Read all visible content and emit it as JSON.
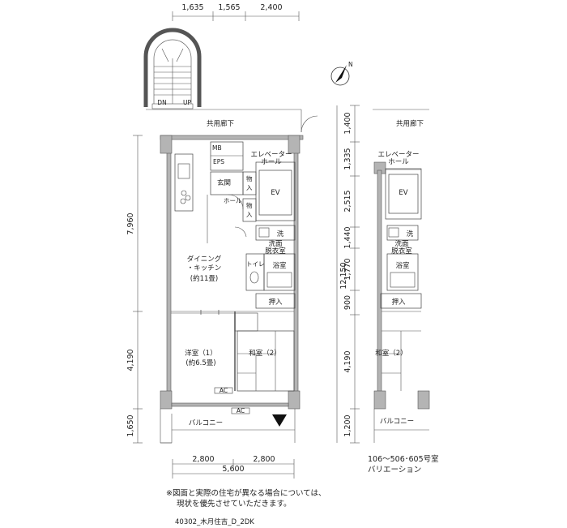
{
  "dimensions": {
    "top": [
      "1,635",
      "1,565",
      "2,400"
    ],
    "left": [
      "7,960",
      "4,190",
      "1,650"
    ],
    "right_segments": [
      "1,400",
      "1,335",
      "2,515",
      "1,440",
      "1,770",
      "900",
      "4,190",
      "1,200"
    ],
    "right_total": "12,150",
    "bottom": [
      "2,800",
      "2,800"
    ],
    "bottom_total": "5,600"
  },
  "rooms": {
    "corridor": "共用廊下",
    "mb": "MB",
    "eps": "EPS",
    "elevator_hall_1": "エレベーター",
    "elevator_hall_2": "ホール",
    "ev": "EV",
    "entrance": "玄関",
    "storage_1": "物",
    "storage_2": "入",
    "hall": "ホール",
    "wash": "洗",
    "washroom_1": "洗面",
    "washroom_2": "脱衣室",
    "toilet": "トイレ",
    "bath": "浴室",
    "dining_1": "ダイニング",
    "dining_2": "・キッチン",
    "dining_3": "(約11畳)",
    "closet": "押入",
    "western_1": "洋室（1）",
    "western_2": "(約6.5畳)",
    "japanese": "和室（2）",
    "balcony": "バルコニー",
    "ac": "AC",
    "dn": "DN",
    "up": "UP",
    "north": "N"
  },
  "variation": {
    "corridor": "共用廊下",
    "elevator_hall_1": "エレベーター",
    "elevator_hall_2": "ホール",
    "ev": "EV",
    "wash": "洗",
    "washroom_1": "洗面",
    "washroom_2": "脱衣室",
    "bath": "浴室",
    "closet": "押入",
    "japanese": "和室（2）",
    "balcony": "バルコニー",
    "caption_1": "106～506･605号室",
    "caption_2": "バリエーション"
  },
  "notes": {
    "line_1": "※図面と実際の住宅が異なる場合については、",
    "line_2": "現状を優先させていただきます。",
    "code": "40302_木月住吉_D_2DK"
  }
}
